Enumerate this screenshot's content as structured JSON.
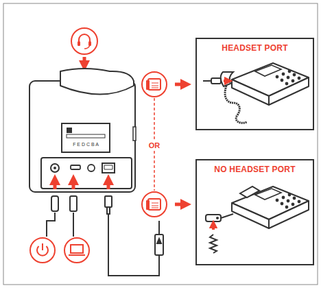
{
  "diagram": {
    "nodes": [
      {
        "text": [
          "HEADSET PORT"
        ]
      },
      {
        "text": [
          "NO HEADSET PORT"
        ]
      }
    ],
    "labels": [
      "F E D C B A",
      "OR"
    ]
  }
}
